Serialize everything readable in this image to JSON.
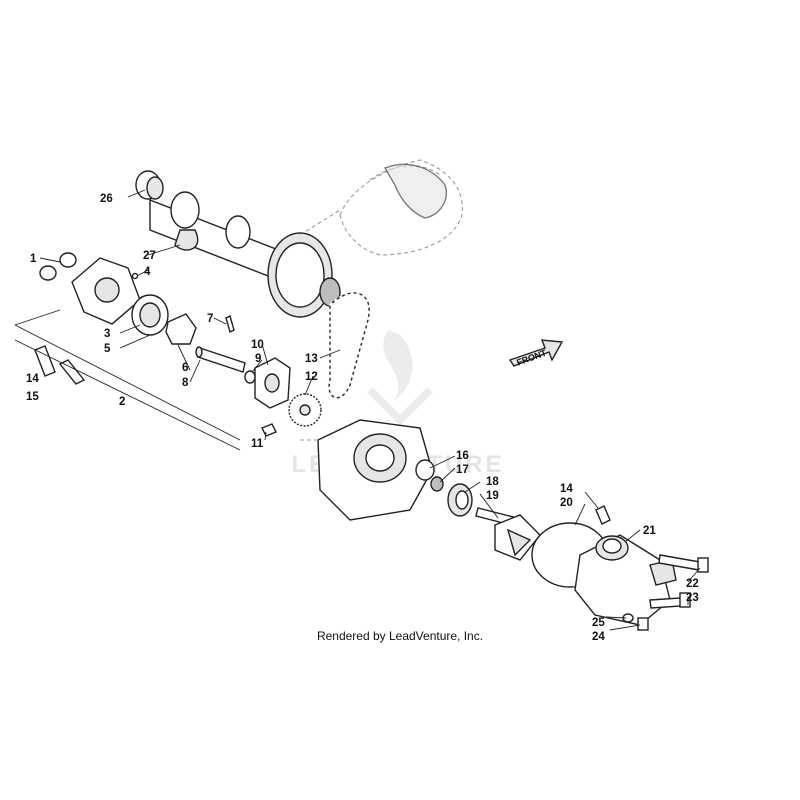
{
  "watermark": {
    "text": "LEADVENTURE"
  },
  "front_arrow": {
    "label": "FRONT"
  },
  "credit": "Rendered by LeadVenture, Inc.",
  "callouts": {
    "c1": "1",
    "c2": "2",
    "c3": "3",
    "c4": "4",
    "c5": "5",
    "c6": "6",
    "c7": "7",
    "c8": "8",
    "c9": "9",
    "c10": "10",
    "c11": "11",
    "c12": "12",
    "c13": "13",
    "c14a": "14",
    "c14b": "14",
    "c15": "15",
    "c16": "16",
    "c17": "17",
    "c18": "18",
    "c19": "19",
    "c20": "20",
    "c21": "21",
    "c22": "22",
    "c23": "23",
    "c24": "24",
    "c25": "25",
    "c26": "26",
    "c27": "27"
  },
  "colors": {
    "line": "#222222",
    "watermark": "#e4e4e4",
    "background": "#ffffff"
  }
}
